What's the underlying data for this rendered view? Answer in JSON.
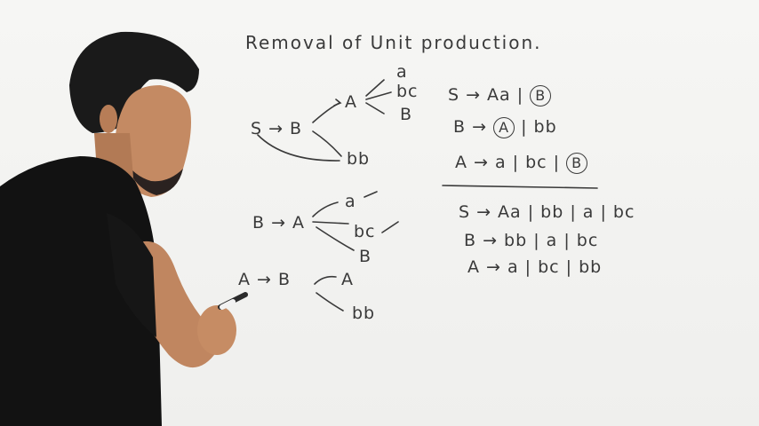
{
  "title": "Removal of Unit production.",
  "tree1": {
    "root": "S → B",
    "branch_a": "A",
    "branch_bb": "bb",
    "leaves": [
      "a",
      "bc",
      "B"
    ]
  },
  "grammar_original": {
    "s_rule_prefix": "S → Aa |",
    "s_rule_circled": "B",
    "b_rule_prefix": "B →",
    "b_rule_circled": "A",
    "b_rule_suffix": "| bb",
    "a_rule_prefix": "A → a | bc |",
    "a_rule_circled": "B"
  },
  "tree2": {
    "root": "B → A",
    "leaves": [
      "a",
      "bc",
      "B"
    ],
    "checks": [
      "✓",
      "✓"
    ]
  },
  "tree3": {
    "root": "A → B",
    "leaves": [
      "A",
      "bb"
    ]
  },
  "grammar_result": [
    "S → Aa | bb | a | bc",
    "B → bb | a | bc",
    "A → a | bc | bb"
  ]
}
